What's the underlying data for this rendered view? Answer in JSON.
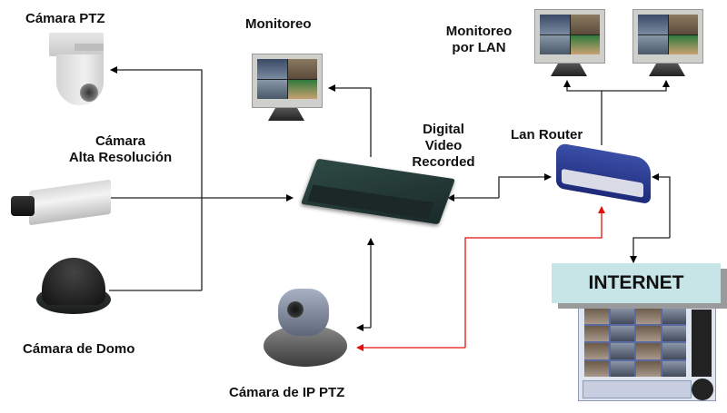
{
  "diagram": {
    "nodes": {
      "ptz_camera": {
        "label": "Cámara PTZ"
      },
      "hires_camera": {
        "label_line1": "Cámara",
        "label_line2": "Alta Resolución"
      },
      "dome_camera": {
        "label": "Cámara de Domo"
      },
      "monitor": {
        "label": "Monitoreo"
      },
      "dvr": {
        "label_line1": "Digital",
        "label_line2": "Video",
        "label_line3": "Recorded"
      },
      "lan_monitors": {
        "label_line1": "Monitoreo",
        "label_line2": "por LAN"
      },
      "lan_router": {
        "label": "Lan Router"
      },
      "ip_ptz_camera": {
        "label": "Cámara de IP PTZ"
      },
      "internet": {
        "label": "INTERNET"
      }
    },
    "connections": [
      {
        "from": "dvr",
        "to": "ptz_camera",
        "color": "#000000"
      },
      {
        "from": "hires_camera",
        "to": "dvr",
        "color": "#000000"
      },
      {
        "from": "dome_camera",
        "to": "dvr",
        "color": "#000000"
      },
      {
        "from": "dvr",
        "to": "monitor",
        "color": "#000000"
      },
      {
        "from": "dvr",
        "to": "lan_router",
        "color": "#000000",
        "bidirectional": true
      },
      {
        "from": "lan_router",
        "to": "lan_monitors",
        "color": "#000000"
      },
      {
        "from": "lan_router",
        "to": "internet",
        "color": "#000000",
        "bidirectional": true
      },
      {
        "from": "dvr",
        "to": "ip_ptz_camera",
        "color": "#000000",
        "bidirectional": true
      },
      {
        "from": "ip_ptz_camera",
        "to": "lan_router",
        "color": "#e01010",
        "bidirectional": true
      }
    ],
    "colors": {
      "line": "#000000",
      "ip_link": "#e01010",
      "internet_box": "#c7e4e6"
    }
  }
}
